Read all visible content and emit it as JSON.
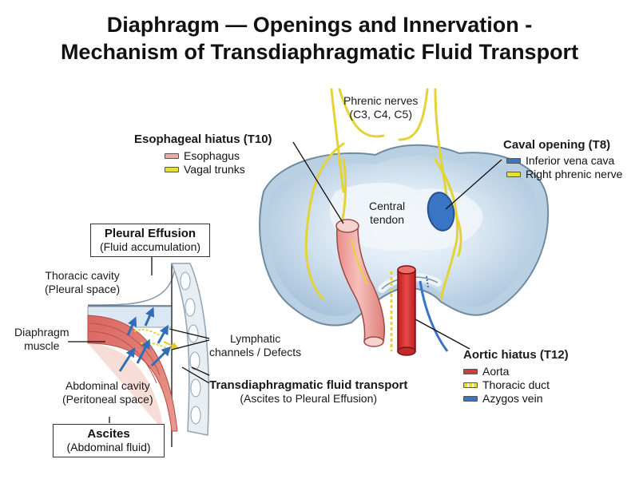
{
  "title": {
    "line1": "Diaphragm — Openings and Innervation -",
    "line2": "Mechanism of Transdiaphragmatic Fluid Transport"
  },
  "phrenic": {
    "line1": "Phrenic nerves",
    "line2": "(C3, C4, C5)"
  },
  "esophageal_hiatus": {
    "heading": "Esophageal hiatus (T10)",
    "items": [
      {
        "label": "Esophagus",
        "color": "#f0a8a4"
      },
      {
        "label": "Vagal trunks",
        "color": "#e8dc3c"
      }
    ]
  },
  "caval_opening": {
    "heading": "Caval opening (T8)",
    "items": [
      {
        "label": "Inferior vena cava",
        "color": "#3a74c4"
      },
      {
        "label": "Right phrenic nerve",
        "color": "#e8dc3c"
      }
    ]
  },
  "central_tendon": {
    "line1": "Central",
    "line2": "tendon"
  },
  "aortic_hiatus": {
    "heading": "Aortic hiatus (T12)",
    "items": [
      {
        "label": "Aorta",
        "color": "#d63a3a"
      },
      {
        "label": "Thoracic duct",
        "color": "#e8dc3c"
      },
      {
        "label": "Azygos vein",
        "color": "#3a74c4"
      }
    ]
  },
  "pleural_effusion": {
    "heading": "Pleural Effusion",
    "sub": "(Fluid accumulation)"
  },
  "thoracic_cavity": {
    "line1": "Thoracic cavity",
    "line2": "(Pleural space)"
  },
  "diaphragm_muscle": {
    "line1": "Diaphragm",
    "line2": "muscle"
  },
  "lymphatic": {
    "line1": "Lymphatic",
    "line2": "channels / Defects"
  },
  "abdominal_cavity": {
    "line1": "Abdominal cavity",
    "line2": "(Peritoneal space)"
  },
  "transport": {
    "heading": "Transdiaphragmatic fluid transport",
    "sub": "(Ascites to Pleural Effusion)"
  },
  "ascites": {
    "heading": "Ascites",
    "sub": "(Abdominal fluid)"
  }
}
